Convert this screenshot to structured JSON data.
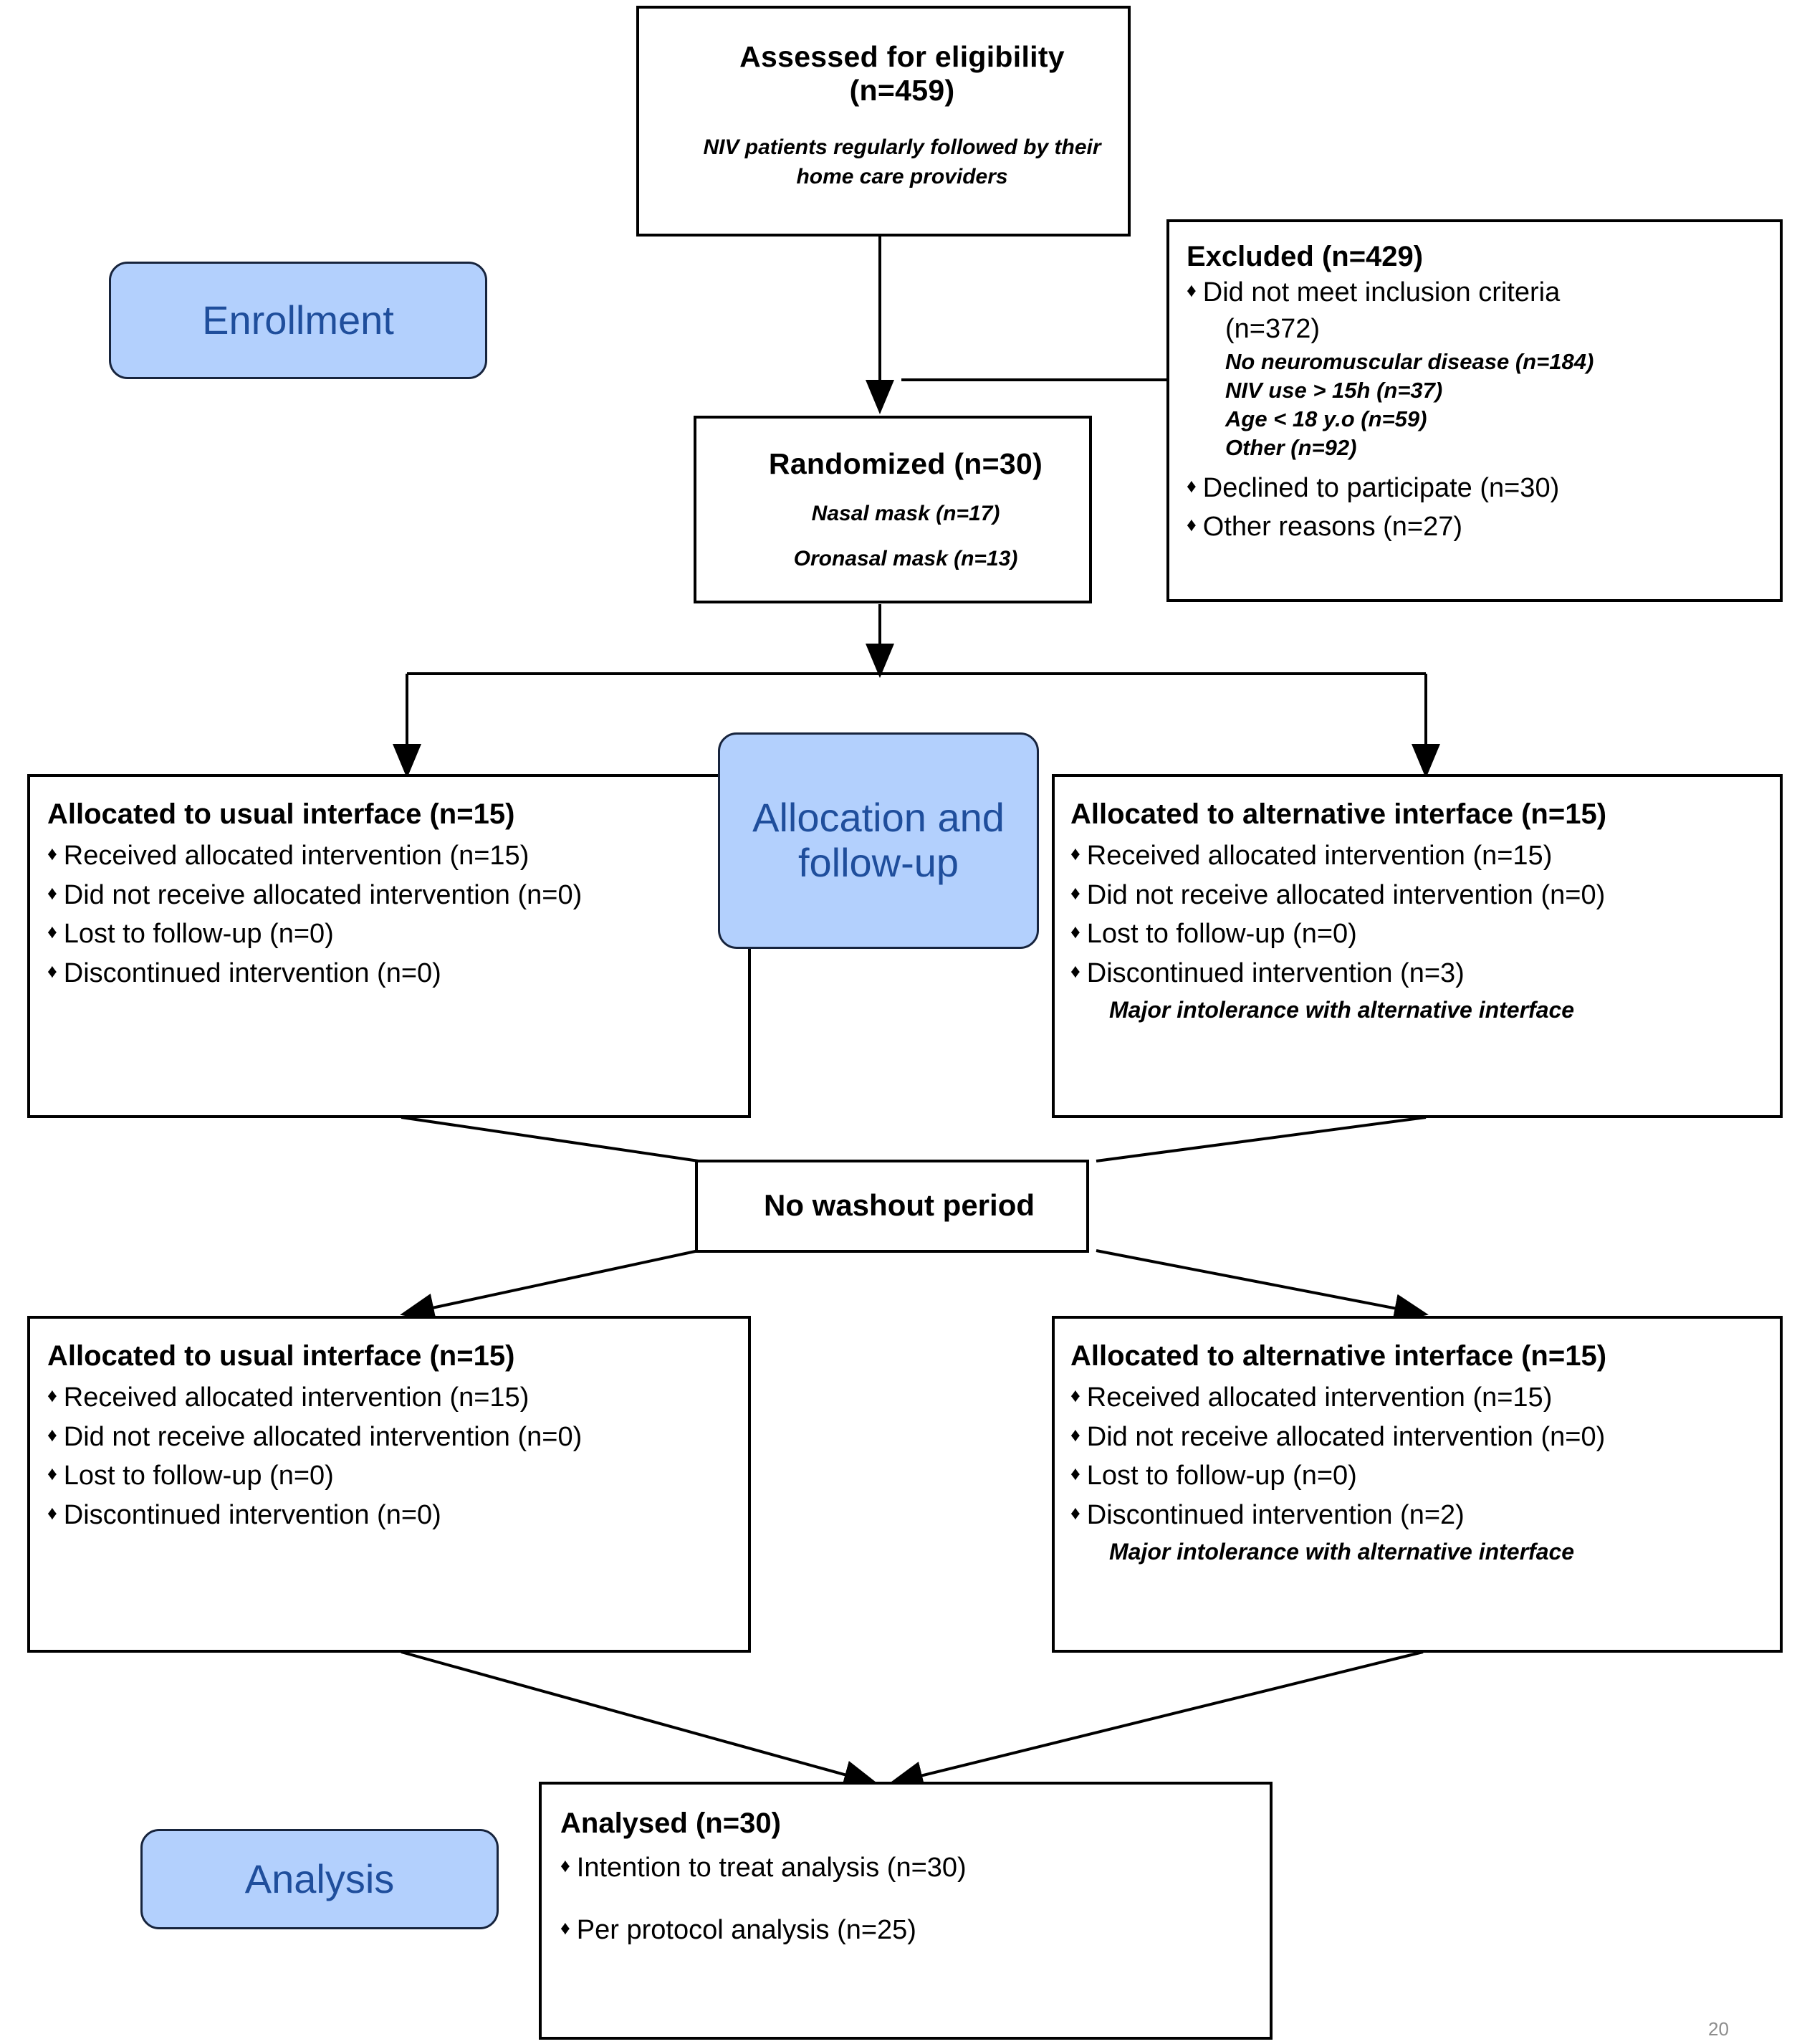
{
  "diagram": {
    "type": "consort-flow-diagram",
    "accent_blue": "#b3d0fd",
    "accent_text": "#1f4e9c",
    "line_color": "#000000",
    "bullet_glyph": "♦"
  },
  "stages": {
    "enrollment": "Enrollment",
    "allocation": "Allocation and follow-up",
    "analysis": "Analysis"
  },
  "assessed": {
    "title": "Assessed for eligibility",
    "count": "(n=459)",
    "note_line1": "NIV patients regularly followed by their",
    "note_line2": "home care providers"
  },
  "excluded": {
    "title": "Excluded (n=429)",
    "items": [
      "Did not meet inclusion criteria",
      "(n=372)"
    ],
    "reasons": [
      "No neuromuscular disease (n=184)",
      "NIV use > 15h (n=37)",
      "Age < 18 y.o (n=59)",
      "Other (n=92)"
    ],
    "items2": [
      "Declined to participate (n=30)",
      "Other reasons (n=27)"
    ]
  },
  "randomized": {
    "title": "Randomized (n=30)",
    "note1": "Nasal mask (n=17)",
    "note2": "Oronasal mask (n=13)"
  },
  "period1_left": {
    "title": "Allocated to usual interface (n=15)",
    "items": [
      "Received allocated intervention (n=15)",
      "Did not receive allocated intervention (n=0)",
      "Lost to follow-up (n=0)",
      "Discontinued intervention (n=0)"
    ],
    "note": ""
  },
  "period1_right": {
    "title": "Allocated to alternative interface (n=15)",
    "items": [
      "Received allocated intervention (n=15)",
      "Did not receive allocated intervention (n=0)",
      "Lost to follow-up (n=0)",
      "Discontinued intervention (n=3)"
    ],
    "note": "Major intolerance with alternative interface"
  },
  "washout": {
    "title": "No washout period"
  },
  "period2_left": {
    "title": "Allocated to usual interface (n=15)",
    "items": [
      "Received allocated intervention (n=15)",
      "Did not receive allocated intervention (n=0)",
      "Lost to follow-up (n=0)",
      "Discontinued intervention (n=0)"
    ],
    "note": ""
  },
  "period2_right": {
    "title": "Allocated to alternative interface (n=15)",
    "items": [
      "Received allocated intervention (n=15)",
      "Did not receive allocated intervention (n=0)",
      "Lost to follow-up (n=0)",
      "Discontinued intervention (n=2)"
    ],
    "note": "Major intolerance with alternative interface"
  },
  "analysed": {
    "title": "Analysed (n=30)",
    "items": [
      "Intention to treat analysis (n=30)",
      "Per protocol analysis (n=25)"
    ]
  },
  "page_number": "20"
}
